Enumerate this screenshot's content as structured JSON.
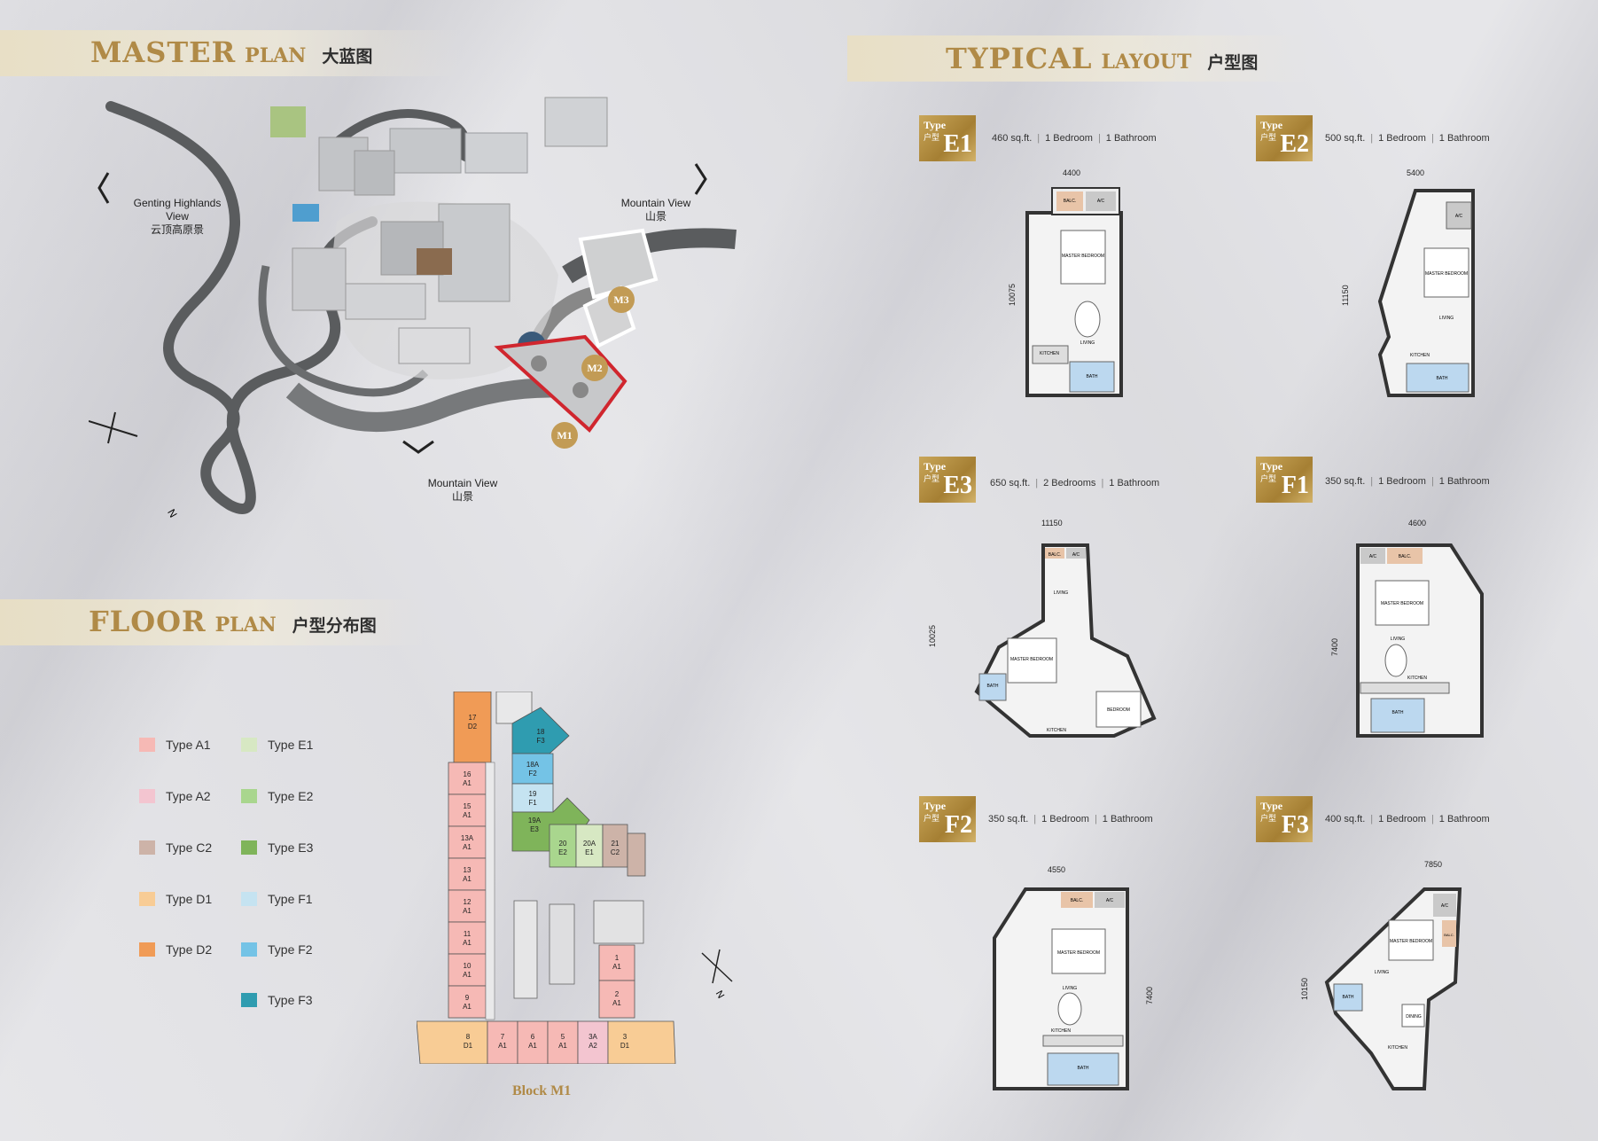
{
  "master_plan": {
    "title_big": "MASTER",
    "title_small": "PLAN",
    "title_cn": "大蓝图",
    "view_left_en": "Genting Highlands View",
    "view_left_cn": "云顶高原景",
    "view_right_en": "Mountain View",
    "view_right_cn": "山景",
    "view_bottom_en": "Mountain View",
    "view_bottom_cn": "山景",
    "markers": [
      "M1",
      "M2",
      "M3"
    ],
    "north": "N"
  },
  "floor_plan": {
    "title_big": "FLOOR",
    "title_small": "PLAN",
    "title_cn": "户型分布图",
    "legend": [
      {
        "label": "Type A1",
        "color": "#f6b9b5"
      },
      {
        "label": "Type A2",
        "color": "#f3c5d0"
      },
      {
        "label": "Type C2",
        "color": "#cdb3a8"
      },
      {
        "label": "Type D1",
        "color": "#f8cc95"
      },
      {
        "label": "Type D2",
        "color": "#f09b56"
      },
      {
        "label": "Type E1",
        "color": "#d7e8c3"
      },
      {
        "label": "Type E2",
        "color": "#a9d68e"
      },
      {
        "label": "Type E3",
        "color": "#7fb45a"
      },
      {
        "label": "Type F1",
        "color": "#c5e3f1"
      },
      {
        "label": "Type F2",
        "color": "#74c3e6"
      },
      {
        "label": "Type F3",
        "color": "#2f9cb0"
      }
    ],
    "block_label": "Block M1",
    "north": "N",
    "units_left": [
      {
        "no": "17",
        "type": "D2"
      },
      {
        "no": "16",
        "type": "A1"
      },
      {
        "no": "15",
        "type": "A1"
      },
      {
        "no": "13A",
        "type": "A1"
      },
      {
        "no": "13",
        "type": "A1"
      },
      {
        "no": "12",
        "type": "A1"
      },
      {
        "no": "11",
        "type": "A1"
      },
      {
        "no": "10",
        "type": "A1"
      },
      {
        "no": "9",
        "type": "A1"
      }
    ],
    "units_bottom": [
      {
        "no": "8",
        "type": "D1"
      },
      {
        "no": "7",
        "type": "A1"
      },
      {
        "no": "6",
        "type": "A1"
      },
      {
        "no": "5",
        "type": "A1"
      },
      {
        "no": "3A",
        "type": "A2"
      },
      {
        "no": "3",
        "type": "D1"
      }
    ],
    "units_right": [
      {
        "no": "1",
        "type": "A1"
      },
      {
        "no": "2",
        "type": "A1"
      }
    ],
    "units_wing": [
      {
        "no": "18",
        "type": "F3"
      },
      {
        "no": "18A",
        "type": "F2"
      },
      {
        "no": "19",
        "type": "F1"
      },
      {
        "no": "19A",
        "type": "E3"
      },
      {
        "no": "20",
        "type": "E2"
      },
      {
        "no": "20A",
        "type": "E1"
      },
      {
        "no": "21",
        "type": "C2"
      }
    ]
  },
  "typical_layout": {
    "title_big": "TYPICAL",
    "title_small": "LAYOUT",
    "title_cn": "户型图",
    "badge_type": "Type",
    "badge_cn": "户型",
    "units": [
      {
        "code": "E1",
        "area": "460 sq.ft.",
        "bed": "1 Bedroom",
        "bath": "1 Bathroom",
        "width": "4400",
        "depth": "10075"
      },
      {
        "code": "E2",
        "area": "500 sq.ft.",
        "bed": "1 Bedroom",
        "bath": "1 Bathroom",
        "width": "5400",
        "depth": "11150"
      },
      {
        "code": "E3",
        "area": "650 sq.ft.",
        "bed": "2 Bedrooms",
        "bath": "1 Bathroom",
        "width": "11150",
        "depth": "10025"
      },
      {
        "code": "F1",
        "area": "350 sq.ft.",
        "bed": "1 Bedroom",
        "bath": "1 Bathroom",
        "width": "4600",
        "depth": "7400"
      },
      {
        "code": "F2",
        "area": "350 sq.ft.",
        "bed": "1 Bedroom",
        "bath": "1 Bathroom",
        "width": "4550",
        "depth": "7400"
      },
      {
        "code": "F3",
        "area": "400 sq.ft.",
        "bed": "1 Bedroom",
        "bath": "1 Bathroom",
        "width": "7850",
        "depth": "10150"
      }
    ],
    "room_labels": {
      "balc": "BALC.",
      "ac": "A/C",
      "master": "MASTER BEDROOM",
      "living": "LIVING",
      "kitchen": "KITCHEN",
      "bath": "BATH",
      "bedroom": "BEDROOM",
      "dining": "DINING"
    }
  }
}
